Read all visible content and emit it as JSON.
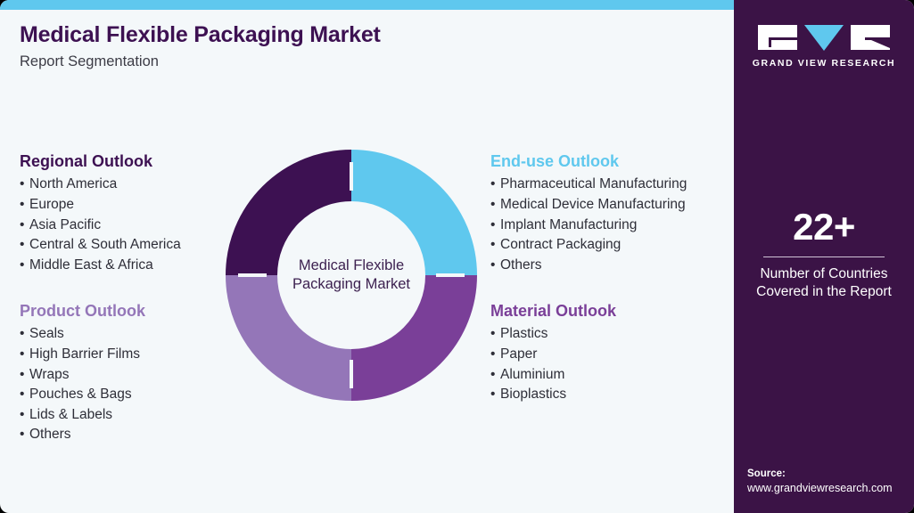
{
  "header": {
    "title": "Medical Flexible Packaging Market",
    "subtitle": "Report Segmentation"
  },
  "colors": {
    "accent_blue": "#5fc8ee",
    "dark_purple": "#3d1152",
    "panel_purple": "#3b1346",
    "light_purple": "#9476b8",
    "medium_purple": "#7a3f98",
    "background": "#f4f8fa"
  },
  "donut": {
    "center_line1": "Medical Flexible",
    "center_line2": "Packaging Market"
  },
  "segments": {
    "regional": {
      "heading": "Regional Outlook",
      "color": "#3d1152",
      "items": [
        "North America",
        "Europe",
        "Asia Pacific",
        "Central & South America",
        "Middle East & Africa"
      ]
    },
    "product": {
      "heading": "Product Outlook",
      "color": "#9476b8",
      "items": [
        "Seals",
        "High Barrier Films",
        "Wraps",
        "Pouches & Bags",
        "Lids & Labels",
        "Others"
      ]
    },
    "enduse": {
      "heading": "End-use Outlook",
      "color": "#5fc8ee",
      "items": [
        "Pharmaceutical Manufacturing",
        "Medical Device Manufacturing",
        "Implant Manufacturing",
        "Contract Packaging",
        "Others"
      ]
    },
    "material": {
      "heading": "Material Outlook",
      "color": "#7a3f98",
      "items": [
        "Plastics",
        "Paper",
        "Aluminium",
        "Bioplastics"
      ]
    }
  },
  "side_panel": {
    "brand_name": "GRAND VIEW RESEARCH",
    "stat_value": "22+",
    "stat_label_line1": "Number of Countries",
    "stat_label_line2": "Covered in the Report",
    "source_label": "Source:",
    "source_url": "www.grandviewresearch.com"
  },
  "chart_data": {
    "type": "pie",
    "title": "Medical Flexible Packaging Market",
    "subtitle": "Report Segmentation",
    "categories": [
      "End-use Outlook",
      "Material Outlook",
      "Product Outlook",
      "Regional Outlook"
    ],
    "values": [
      25,
      25,
      25,
      25
    ],
    "colors": [
      "#5fc8ee",
      "#7a3f98",
      "#9476b8",
      "#3d1152"
    ],
    "donut": true,
    "center_label": "Medical Flexible Packaging Market",
    "legend": "none",
    "notes": "Four equal quadrants of a donut, each colour-keyed to one outlook list placed around the chart."
  }
}
